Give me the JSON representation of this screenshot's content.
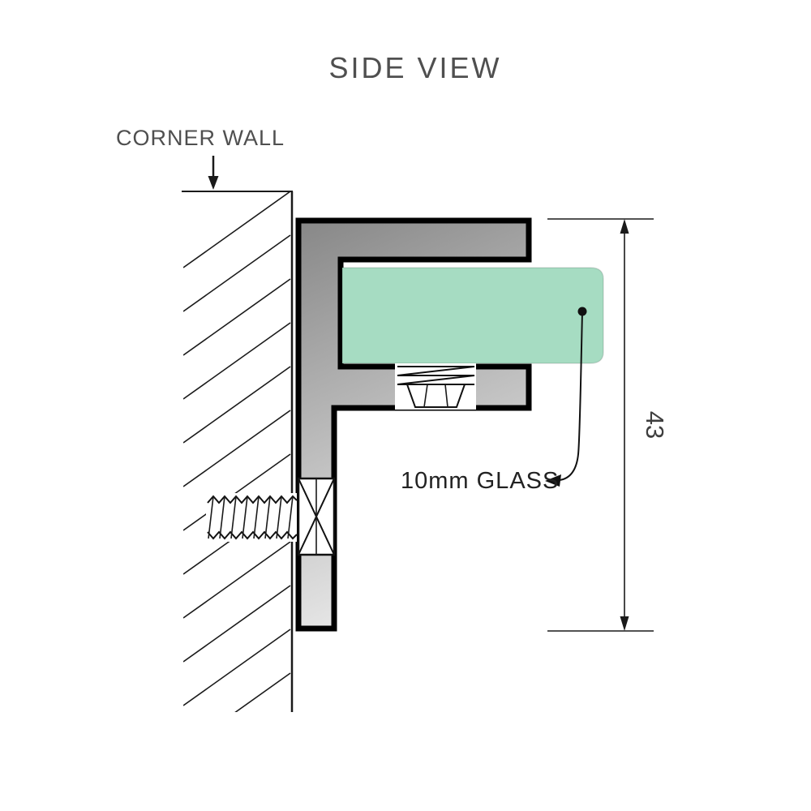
{
  "diagram": {
    "title": "SIDE VIEW",
    "labels": {
      "corner_wall": "CORNER WALL",
      "glass": "10mm GLASS"
    },
    "dimension": {
      "height_value": "43"
    },
    "colors": {
      "glass_fill": "#a6dcc2",
      "bracket_dark": "#878787",
      "bracket_mid": "#b8b8b8",
      "bracket_light": "#e8e8e8",
      "outline": "#000000",
      "line": "#1a1a1a",
      "heading_text": "#4f4f4f",
      "label_text": "#222222"
    }
  }
}
